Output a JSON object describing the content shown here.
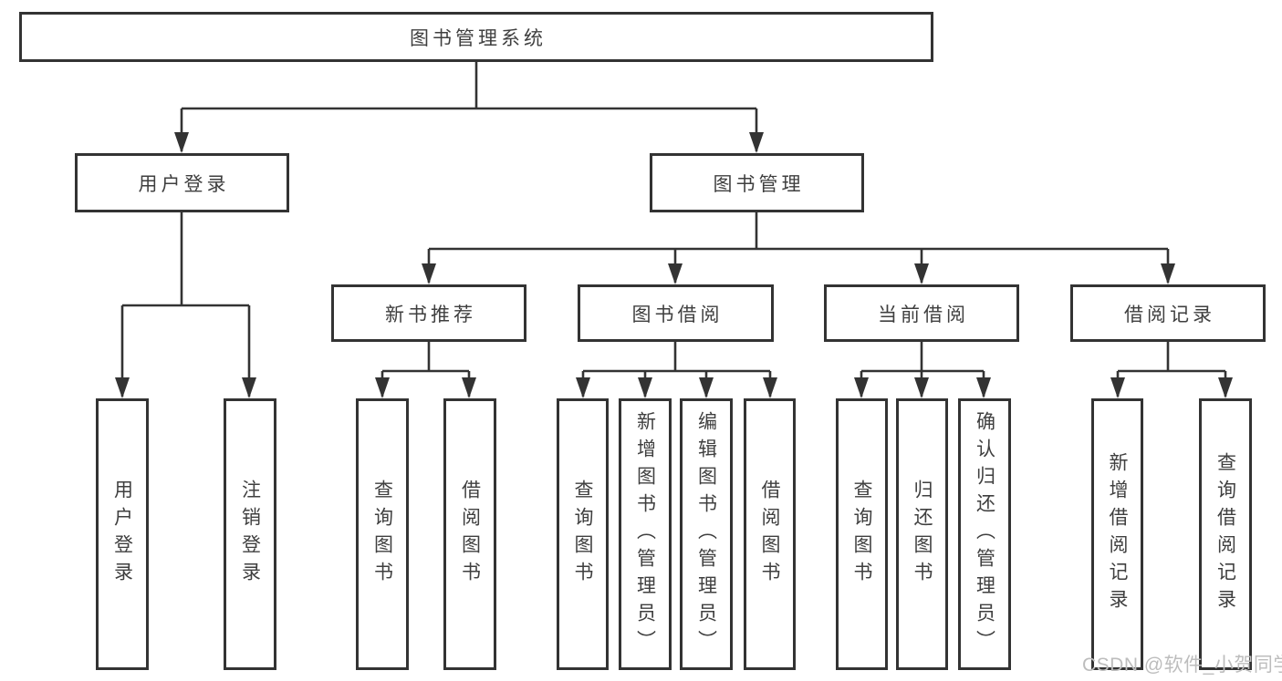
{
  "diagram": {
    "root": {
      "label": "图书管理系统"
    },
    "level2": [
      {
        "label": "用户登录",
        "children": [
          {
            "label": "用户登录"
          },
          {
            "label": "注销登录"
          }
        ]
      },
      {
        "label": "图书管理",
        "children": [
          {
            "label": "新书推荐",
            "children": [
              {
                "label": "查询图书"
              },
              {
                "label": "借阅图书"
              }
            ]
          },
          {
            "label": "图书借阅",
            "children": [
              {
                "label": "查询图书"
              },
              {
                "label": "新增图书（管理员）"
              },
              {
                "label": "编辑图书（管理员）"
              },
              {
                "label": "借阅图书"
              }
            ]
          },
          {
            "label": "当前借阅",
            "children": [
              {
                "label": "查询图书"
              },
              {
                "label": "归还图书"
              },
              {
                "label": "确认归还（管理员）"
              }
            ]
          },
          {
            "label": "借阅记录",
            "children": [
              {
                "label": "新增借阅记录"
              },
              {
                "label": "查询借阅记录"
              }
            ]
          }
        ]
      }
    ]
  },
  "watermark": {
    "text": "CSDN @软件_小贺同学"
  },
  "colors": {
    "line": "#333333",
    "text": "#3f3f3f",
    "background": "#ffffff",
    "watermark": "#bdbdbd"
  }
}
